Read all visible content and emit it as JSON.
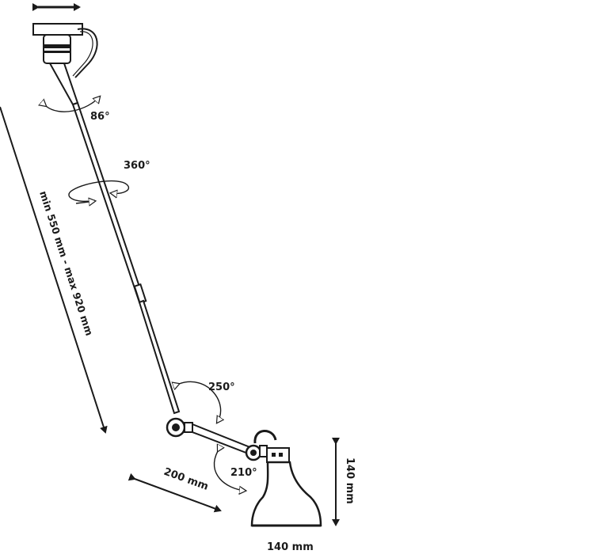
{
  "labels": {
    "tilt_top": "86°",
    "rotation": "360°",
    "elbow": "250°",
    "shade_joint": "210°",
    "arm_length": "200 mm",
    "stem_length": "min 550 mm - max 920 mm",
    "shade_height": "140 mm",
    "shade_width": "140 mm"
  },
  "colors": {
    "line": "#1a1a1a",
    "fill": "#ffffff"
  }
}
